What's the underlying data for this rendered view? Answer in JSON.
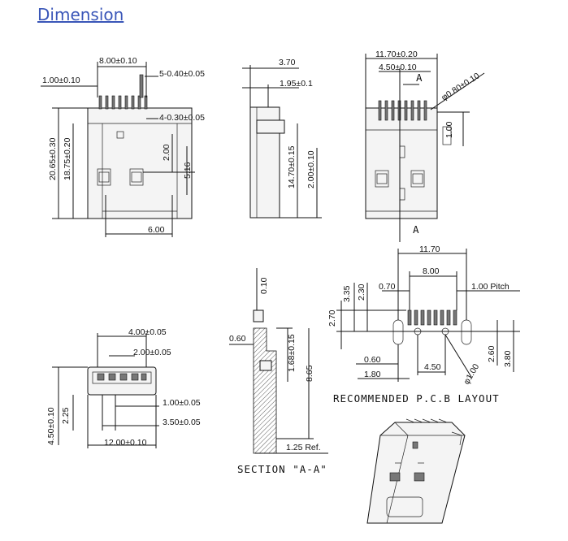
{
  "title": "Dimension",
  "top_front": {
    "d1": "8.00±0.10",
    "d2": "1.00±0.10",
    "d3": "5-0.40±0.05",
    "d4": "4-0.30±0.05",
    "d5": "20.65±0.30",
    "d6": "18.75±0.20",
    "d7": "2.00",
    "d8": "5.16",
    "d9": "6.00"
  },
  "top_side": {
    "d1": "3.70",
    "d2": "1.95±0.1",
    "d3": "14.70±0.15",
    "d4": "2.00±0.10"
  },
  "top_back": {
    "d1": "11.70±0.20",
    "d2": "4.50±0.10",
    "d3": "φ0.80±0.10",
    "d4": "1.00",
    "section_a_top": "A",
    "section_a_bottom": "A"
  },
  "end_view": {
    "d1": "4.00±0.05",
    "d2": "2.00±0.05",
    "d3": "1.00±0.05",
    "d4": "3.50±0.05",
    "d5": "12.00±0.10",
    "d6": "4.50±0.10",
    "d7": "2.25"
  },
  "section": {
    "d1": "0.10",
    "d2": "0.60",
    "d3": "1.68±0.15",
    "d4": "8.65",
    "d5": "1.25 Ref.",
    "label": "SECTION \"A-A\""
  },
  "pcb": {
    "d1": "11.70",
    "d2": "8.00",
    "d3": "0.70",
    "d4": "1.00 Pitch",
    "d5": "3.35",
    "d6": "2.30",
    "d7": "2.70",
    "d8": "0.60",
    "d9": "1.80",
    "d10": "4.50",
    "d11": "φ1.00",
    "d12": "2.60",
    "d13": "3.80",
    "label": "RECOMMENDED P.C.B LAYOUT"
  }
}
